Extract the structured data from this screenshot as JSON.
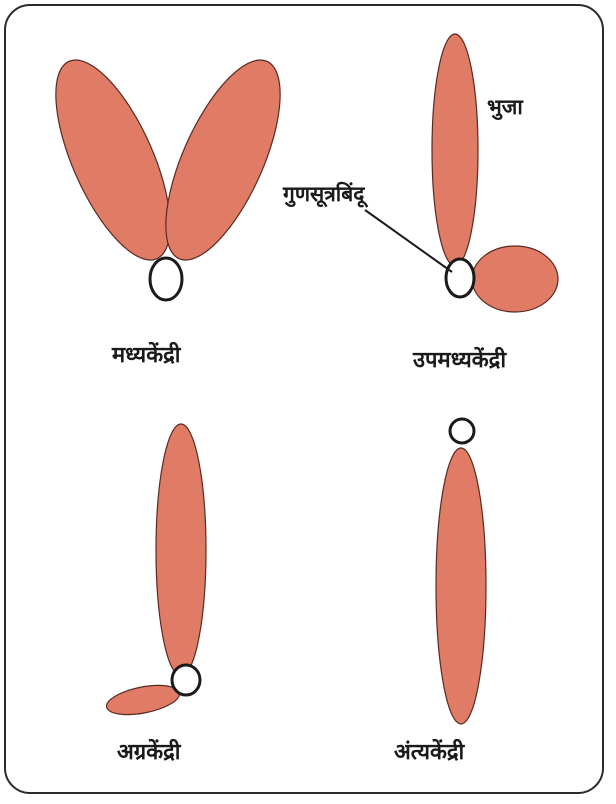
{
  "diagram": {
    "colors": {
      "arm_fill": "#e07b65",
      "arm_stroke": "#5a2a22",
      "centromere_fill": "#ffffff",
      "centromere_stroke": "#1a1a1a",
      "frame": "#2b2b2b"
    },
    "labels": {
      "arm": "भुजा",
      "centromere": "गुणसूत्रबिंदू"
    },
    "chromosomes": [
      {
        "id": "metacentric",
        "caption": "मध्यकेंद्री"
      },
      {
        "id": "submetacentric",
        "caption": "उपमध्यकेंद्री"
      },
      {
        "id": "acrocentric",
        "caption": "अग्रकेंद्री"
      },
      {
        "id": "telocentric",
        "caption": "अंत्यकेंद्री"
      }
    ]
  }
}
